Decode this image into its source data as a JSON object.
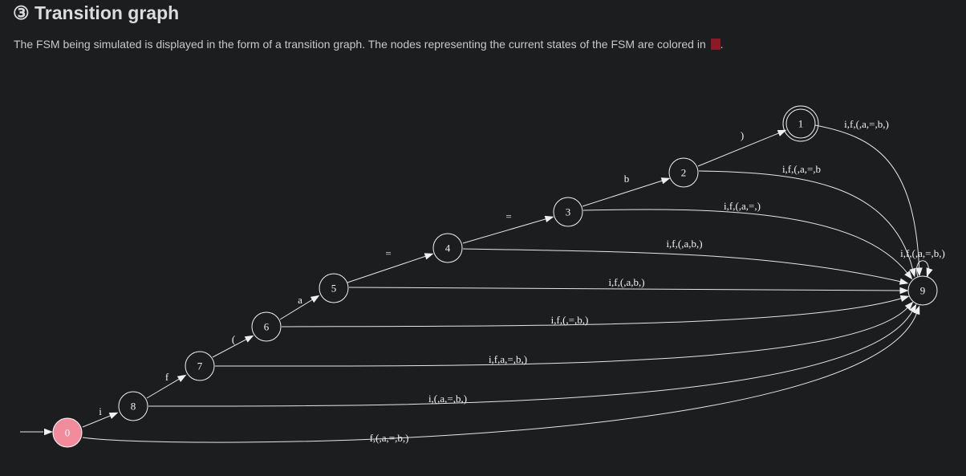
{
  "heading": {
    "icon": "③",
    "text": "Transition graph"
  },
  "description": {
    "text": "The FSM being simulated is displayed in the form of a transition graph. The nodes representing the current states of the FSM are colored in",
    "suffix": ".",
    "current_color": "#8a1a25"
  },
  "colors": {
    "current_state_fill": "#f28b9b",
    "background": "#1c1d1f",
    "stroke": "#f2f2f2"
  },
  "graph": {
    "start_state": "0",
    "current_states": [
      "0"
    ],
    "accepting_states": [
      "1"
    ],
    "states": [
      "0",
      "8",
      "7",
      "6",
      "5",
      "4",
      "3",
      "2",
      "1",
      "9"
    ],
    "transitions": [
      {
        "from": "0",
        "to": "8",
        "label": "i"
      },
      {
        "from": "8",
        "to": "7",
        "label": "f"
      },
      {
        "from": "7",
        "to": "6",
        "label": "("
      },
      {
        "from": "6",
        "to": "5",
        "label": "a"
      },
      {
        "from": "5",
        "to": "4",
        "label": "="
      },
      {
        "from": "4",
        "to": "3",
        "label": "="
      },
      {
        "from": "3",
        "to": "2",
        "label": "b"
      },
      {
        "from": "2",
        "to": "1",
        "label": ")"
      },
      {
        "from": "1",
        "to": "9",
        "label": "i,f,(,a,=,b,)"
      },
      {
        "from": "2",
        "to": "9",
        "label": "i,f,(,a,=,b"
      },
      {
        "from": "3",
        "to": "9",
        "label": "i,f,(,a,=,)"
      },
      {
        "from": "4",
        "to": "9",
        "label": "i,f,(,a,b,)"
      },
      {
        "from": "5",
        "to": "9",
        "label": "i,f,(,a,b,)"
      },
      {
        "from": "6",
        "to": "9",
        "label": "i,f,(,=,b,)"
      },
      {
        "from": "7",
        "to": "9",
        "label": "i,f,a,=,b,)"
      },
      {
        "from": "8",
        "to": "9",
        "label": "i,(,a,=,b,)"
      },
      {
        "from": "0",
        "to": "9",
        "label": "f,(,a,=,b,)"
      },
      {
        "from": "9",
        "to": "9",
        "label": "i,f,(,a,=,b,)"
      }
    ]
  }
}
